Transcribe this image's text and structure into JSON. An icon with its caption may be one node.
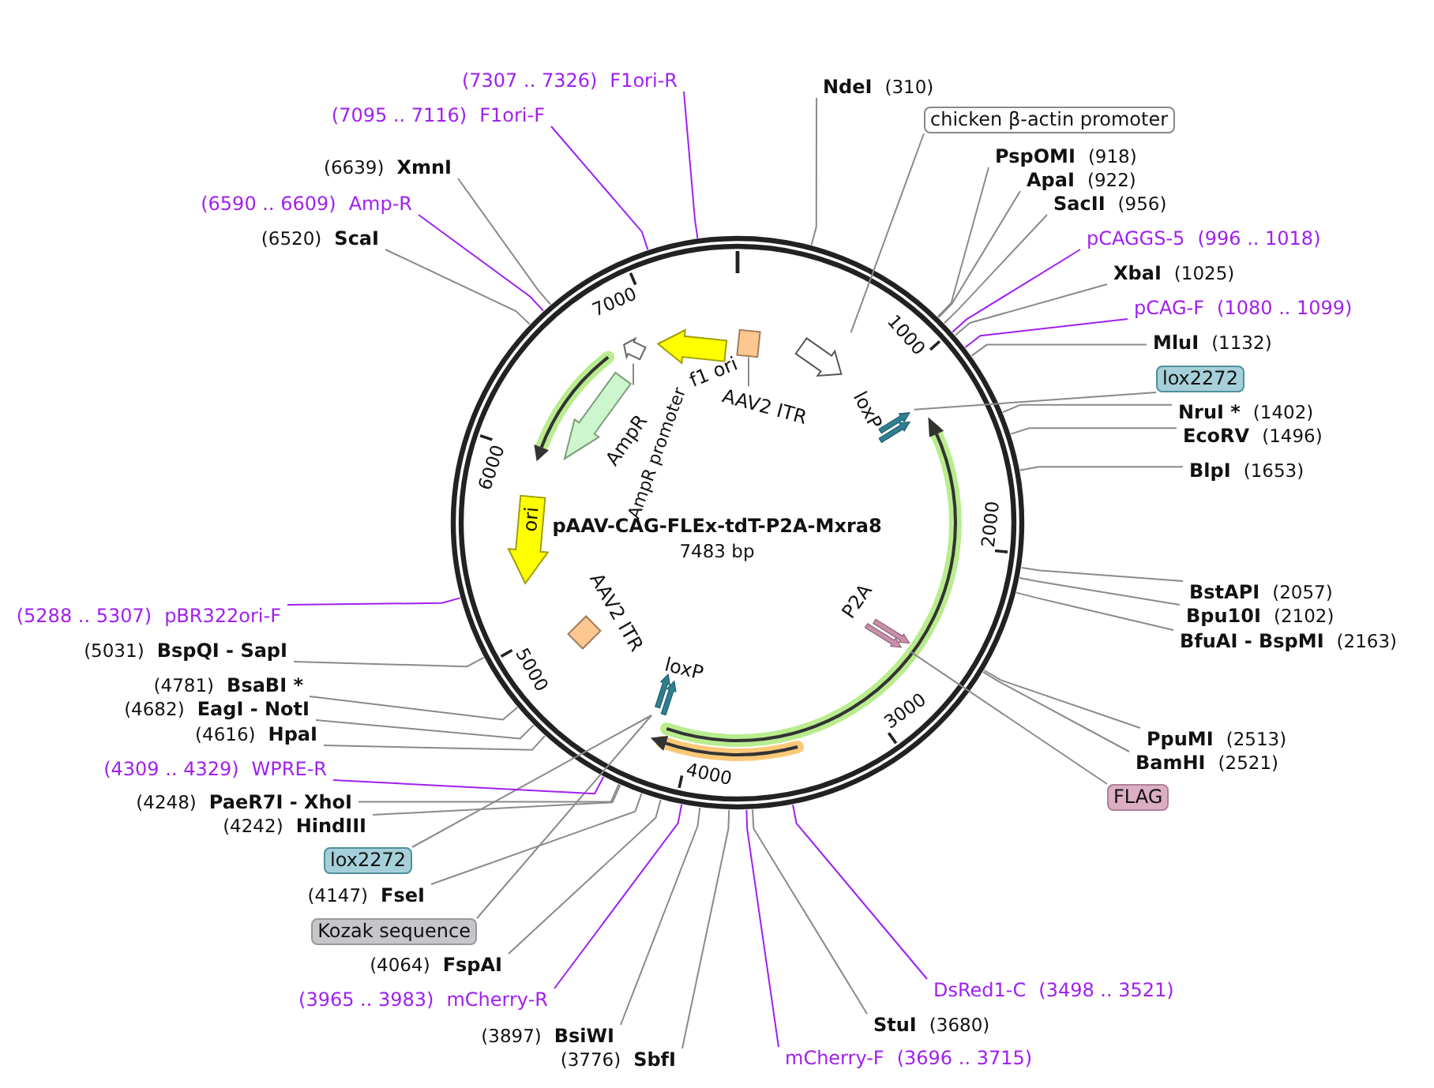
{
  "diagram": {
    "title": "pAAV-CAG-FLEx-tdT-P2A-Mxra8",
    "caption": "7483 bp",
    "nodes": [
      {
        "text": [
          "NdeI",
          "(310)"
        ]
      },
      {
        "text": [
          "chicken β-actin promoter"
        ]
      },
      {
        "text": [
          "PspOMI",
          "(918)"
        ]
      },
      {
        "text": [
          "ApaI",
          "(922)"
        ]
      },
      {
        "text": [
          "SacII",
          "(956)"
        ]
      },
      {
        "text": [
          "pCAGGS-5",
          "(996 .. 1018)"
        ]
      },
      {
        "text": [
          "XbaI",
          "(1025)"
        ]
      },
      {
        "text": [
          "pCAG-F",
          "(1080 .. 1099)"
        ]
      },
      {
        "text": [
          "MluI",
          "(1132)"
        ]
      },
      {
        "text": [
          "lox2272"
        ]
      },
      {
        "text": [
          "NruI *",
          "(1402)"
        ]
      },
      {
        "text": [
          "EcoRV",
          "(1496)"
        ]
      },
      {
        "text": [
          "BlpI",
          "(1653)"
        ]
      },
      {
        "text": [
          "BstAPI",
          "(2057)"
        ]
      },
      {
        "text": [
          "Bpu10I",
          "(2102)"
        ]
      },
      {
        "text": [
          "BfuAI - BspMI",
          "(2163)"
        ]
      },
      {
        "text": [
          "PpuMI",
          "(2513)"
        ]
      },
      {
        "text": [
          "BamHI",
          "(2521)"
        ]
      },
      {
        "text": [
          "FLAG"
        ]
      },
      {
        "text": [
          "DsRed1-C",
          "(3498 .. 3521)"
        ]
      },
      {
        "text": [
          "StuI",
          "(3680)"
        ]
      },
      {
        "text": [
          "mCherry-F",
          "(3696 .. 3715)"
        ]
      },
      {
        "text": [
          "(3776)",
          "SbfI"
        ]
      },
      {
        "text": [
          "(3897)",
          "BsiWI"
        ]
      },
      {
        "text": [
          "(3965 .. 3983)",
          "mCherry-R"
        ]
      },
      {
        "text": [
          "(4064)",
          "FspAI"
        ]
      },
      {
        "text": [
          "Kozak sequence"
        ]
      },
      {
        "text": [
          "(4147)",
          "FseI"
        ]
      },
      {
        "text": [
          "lox2272"
        ]
      },
      {
        "text": [
          "(4242)",
          "HindIII"
        ]
      },
      {
        "text": [
          "(4248)",
          "PaeR7I - XhoI"
        ]
      },
      {
        "text": [
          "(4309 .. 4329)",
          "WPRE-R"
        ]
      },
      {
        "text": [
          "(4616)",
          "HpaI"
        ]
      },
      {
        "text": [
          "(4682)",
          "EagI - NotI"
        ]
      },
      {
        "text": [
          "(4781)",
          "BsaBI *"
        ]
      },
      {
        "text": [
          "(5031)",
          "BspQI - SapI"
        ]
      },
      {
        "text": [
          "(5288 .. 5307)",
          "pBR322ori-F"
        ]
      },
      {
        "text": [
          "(6520)",
          "ScaI"
        ]
      },
      {
        "text": [
          "(6590 .. 6609)",
          "Amp-R"
        ]
      },
      {
        "text": [
          "(6639)",
          "XmnI"
        ]
      },
      {
        "text": [
          "(7095 .. 7116)",
          "F1ori-F"
        ]
      },
      {
        "text": [
          "(7307 .. 7326)",
          "F1ori-R"
        ]
      },
      {
        "text": [],
        "shape": "arrow"
      },
      {
        "text": [],
        "shape": "arrow",
        "beside": [
          "f1 ori"
        ]
      },
      {
        "text": [],
        "shape": "box"
      },
      {
        "text": [],
        "shape": "arrow"
      },
      {
        "text": [],
        "shape": "arrow",
        "beside": [
          "AmpR"
        ]
      },
      {
        "text": [
          "ori"
        ]
      },
      {
        "text": [],
        "shape": "box",
        "beside": [
          "AAV2 ITR"
        ]
      },
      {
        "text": [],
        "shape": "arrow",
        "beside": [
          "loxP"
        ]
      },
      {
        "text": [],
        "shape": "arrow",
        "beside": [
          "loxP"
        ]
      },
      {
        "text": [],
        "shape": "arrow",
        "beside": [
          "P2A"
        ]
      },
      {
        "text": [
          "AmpR promoter"
        ]
      },
      {
        "text": [
          "AAV2 ITR"
        ]
      }
    ],
    "edges": [
      {
        "from": 0,
        "to": null,
        "arrow": "none"
      },
      {
        "from": 1,
        "to": 45,
        "arrow": "none"
      },
      {
        "from": 2,
        "to": null,
        "arrow": "none"
      },
      {
        "from": 3,
        "to": null,
        "arrow": "none"
      },
      {
        "from": 4,
        "to": null,
        "arrow": "none"
      },
      {
        "from": 5,
        "to": null,
        "arrow": "none",
        "color": "#a020f0"
      },
      {
        "from": 6,
        "to": null,
        "arrow": "none"
      },
      {
        "from": 7,
        "to": null,
        "arrow": "none",
        "color": "#a020f0"
      },
      {
        "from": 8,
        "to": null,
        "arrow": "none"
      },
      {
        "from": 9,
        "to": 49,
        "arrow": "none"
      },
      {
        "from": 10,
        "to": null,
        "arrow": "none"
      },
      {
        "from": 11,
        "to": null,
        "arrow": "none"
      },
      {
        "from": 12,
        "to": null,
        "arrow": "none"
      },
      {
        "from": 13,
        "to": null,
        "arrow": "none"
      },
      {
        "from": 14,
        "to": null,
        "arrow": "none"
      },
      {
        "from": 15,
        "to": null,
        "arrow": "none"
      },
      {
        "from": 16,
        "to": null,
        "arrow": "none"
      },
      {
        "from": 17,
        "to": null,
        "arrow": "none"
      },
      {
        "from": 18,
        "to": 51,
        "arrow": "none"
      },
      {
        "from": 19,
        "to": null,
        "arrow": "none",
        "color": "#a020f0"
      },
      {
        "from": 20,
        "to": null,
        "arrow": "none"
      },
      {
        "from": 21,
        "to": null,
        "arrow": "none",
        "color": "#a020f0"
      },
      {
        "from": 22,
        "to": null,
        "arrow": "none"
      },
      {
        "from": 23,
        "to": null,
        "arrow": "none"
      },
      {
        "from": 24,
        "to": null,
        "arrow": "none",
        "color": "#a020f0"
      },
      {
        "from": 25,
        "to": null,
        "arrow": "none"
      },
      {
        "from": 26,
        "to": 50,
        "arrow": "none"
      },
      {
        "from": 27,
        "to": null,
        "arrow": "none"
      },
      {
        "from": 28,
        "to": 50,
        "arrow": "none"
      },
      {
        "from": 29,
        "to": null,
        "arrow": "none"
      },
      {
        "from": 30,
        "to": null,
        "arrow": "none"
      },
      {
        "from": 31,
        "to": null,
        "arrow": "none",
        "color": "#a020f0"
      },
      {
        "from": 32,
        "to": null,
        "arrow": "none"
      },
      {
        "from": 33,
        "to": null,
        "arrow": "none"
      },
      {
        "from": 34,
        "to": null,
        "arrow": "none"
      },
      {
        "from": 35,
        "to": null,
        "arrow": "none"
      },
      {
        "from": 36,
        "to": null,
        "arrow": "none",
        "color": "#a020f0"
      },
      {
        "from": 37,
        "to": null,
        "arrow": "none"
      },
      {
        "from": 38,
        "to": null,
        "arrow": "none",
        "color": "#a020f0"
      },
      {
        "from": 39,
        "to": null,
        "arrow": "none"
      },
      {
        "from": 40,
        "to": null,
        "arrow": "none",
        "color": "#a020f0"
      },
      {
        "from": 41,
        "to": null,
        "arrow": "none",
        "color": "#a020f0"
      },
      {
        "from": 52,
        "to": 42,
        "arrow": "none"
      },
      {
        "from": 53,
        "to": 44,
        "arrow": "none"
      }
    ],
    "labels": [
      "1000",
      "2000",
      "3000",
      "4000",
      "5000",
      "6000",
      "7000"
    ]
  }
}
